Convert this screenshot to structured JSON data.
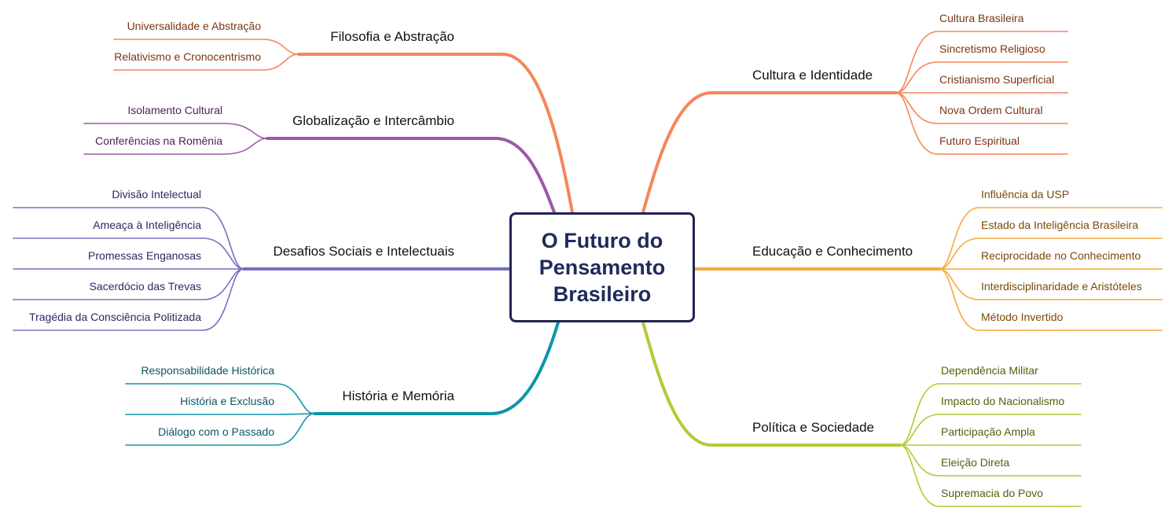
{
  "central": {
    "title": "O Futuro do Pensamento Brasileiro"
  },
  "branches": {
    "filosofia": {
      "label": "Filosofia e Abstração",
      "color": "#f4865a",
      "text_color": "#7a3516",
      "leaves": [
        "Universalidade e Abstração",
        "Relativismo e Cronocentrismo"
      ]
    },
    "globalizacao": {
      "label": "Globalização e Intercâmbio",
      "color": "#9b59a8",
      "text_color": "#4a1f57",
      "leaves": [
        "Isolamento Cultural",
        "Conferências na Romênia"
      ]
    },
    "desafios": {
      "label": "Desafios Sociais e Intelectuais",
      "color": "#7572bf",
      "text_color": "#2a2860",
      "leaves": [
        "Divisão Intelectual",
        "Ameaça à Inteligência",
        "Promessas Enganosas",
        "Sacerdócio das Trevas",
        "Tragédia da Consciência Politizada"
      ]
    },
    "historia": {
      "label": "História e Memória",
      "color": "#0f95aa",
      "text_color": "#0b5563",
      "leaves": [
        "Responsabilidade Histórica",
        "História e Exclusão",
        "Diálogo com o Passado"
      ]
    },
    "cultura": {
      "label": "Cultura e Identidade",
      "color": "#f4865a",
      "text_color": "#7a3516",
      "leaves": [
        "Cultura Brasileira",
        "Sincretismo Religioso",
        "Cristianismo Superficial",
        "Nova Ordem Cultural",
        "Futuro Espiritual"
      ]
    },
    "educacao": {
      "label": "Educação e Conhecimento",
      "color": "#f5a93a",
      "text_color": "#7a4a08",
      "leaves": [
        "Influência da USP",
        "Estado da Inteligência Brasileira",
        "Reciprocidade no Conhecimento",
        "Interdisciplinaridade e Aristóteles",
        "Método Invertido"
      ]
    },
    "politica": {
      "label": "Política e Sociedade",
      "color": "#b5c935",
      "text_color": "#545f0c",
      "leaves": [
        "Dependência Militar",
        "Impacto do Nacionalismo",
        "Participação Ampla",
        "Eleição Direta",
        "Supremacia do Povo"
      ]
    }
  }
}
